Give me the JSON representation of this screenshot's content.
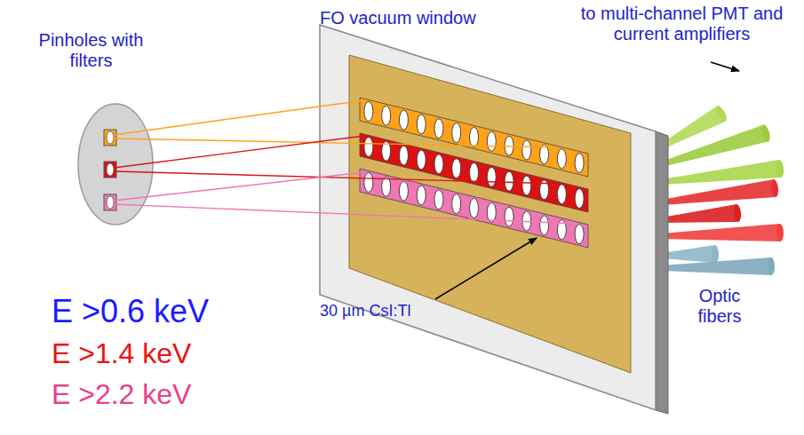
{
  "diagram": {
    "labels": [
      "FO vacuum window",
      "to multi-channel PMT and current amplifiers",
      "Pinholes with filters",
      "30 µm CsI:Tl",
      "Optic fibers",
      "E >0.6 keV",
      "E >1.4 keV",
      "E >2.2 keV"
    ]
  }
}
